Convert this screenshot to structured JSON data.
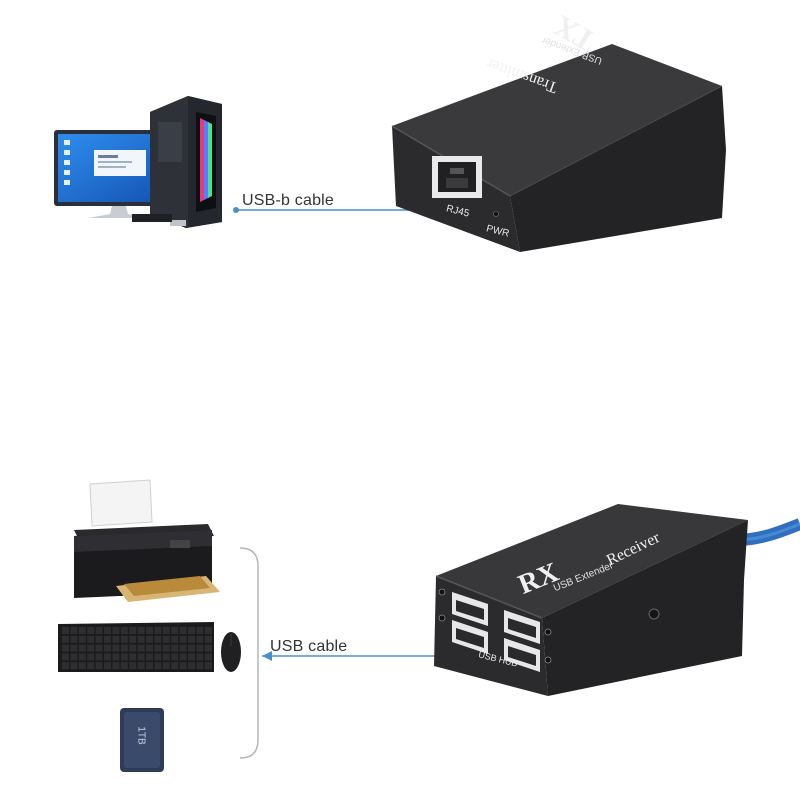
{
  "top": {
    "cable_label": "USB-b cable",
    "transmitter": {
      "badge": "TX",
      "subtitle": "USB Extender",
      "name": "Transmitter",
      "port_label": "RJ45",
      "power_label": "PWR"
    }
  },
  "bottom": {
    "cable_label": "USB cable",
    "receiver": {
      "badge": "RX",
      "subtitle": "USB Extender",
      "name": "Receiver",
      "hub_label": "USB HUB"
    },
    "drive_label": "1TB"
  },
  "colors": {
    "device_body": "#2b2b2d",
    "device_top": "#3a3a3d",
    "cable_line": "#4a90c8",
    "blue_cable": "#2f6fbf"
  }
}
